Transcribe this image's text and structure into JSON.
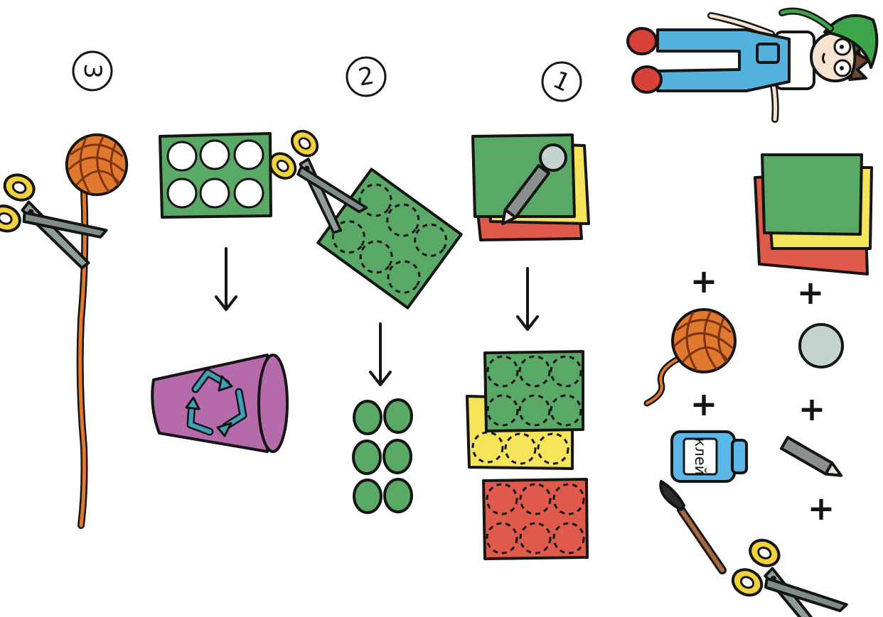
{
  "steps": [
    {
      "number": "3"
    },
    {
      "number": "2"
    },
    {
      "number": "1"
    }
  ],
  "plus_signs": [
    "+",
    "+",
    "+",
    "+",
    "+"
  ],
  "glue_label": "клей",
  "colors": {
    "paper_green": "#5aa865",
    "paper_yellow": "#f5e35a",
    "paper_red": "#e05a4c",
    "yarn_orange": "#e0782d",
    "scissors_yellow": "#f2d23a",
    "blade_gray": "#8f9e98",
    "bin_purple": "#b46aab",
    "recycle_teal": "#3f9fb4",
    "template_circle": "#c6d4d1",
    "glue_blue": "#5bb7e5",
    "overalls_blue": "#53b2dc",
    "hat_green": "#3ea44a",
    "shoe_red": "#d9423b"
  },
  "icons": [
    "scissors-icon",
    "yarn-ball-icon",
    "pencil-icon",
    "glue-bottle-icon",
    "brush-icon",
    "recycle-bin-icon",
    "arrow-down-icon",
    "paper-stack-icon"
  ]
}
